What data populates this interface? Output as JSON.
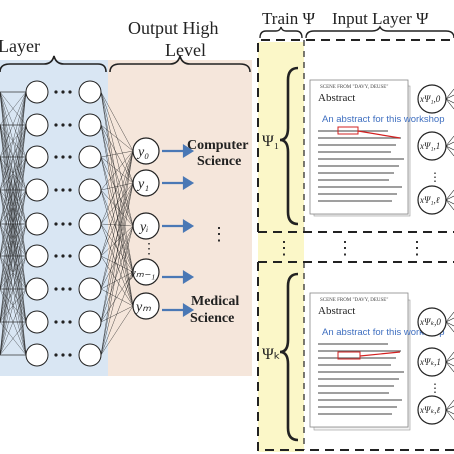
{
  "headings": {
    "layer": "Layer",
    "output_line1": "Output High",
    "output_line2": "Level",
    "train": "Train Ψ",
    "input_layer": "Input Layer Ψ"
  },
  "outputs": {
    "y0": "y₀",
    "y1": "y₁",
    "yi": "yᵢ",
    "ym1": "yₘ₋₁",
    "ym": "yₘ"
  },
  "classes": {
    "computer_1": "Computer",
    "computer_2": "Science",
    "medical_1": "Medical",
    "medical_2": "Science"
  },
  "psi": {
    "psi1": "Ψ₁",
    "psik": "Ψₖ"
  },
  "ellipsis": {
    "h": "•••",
    "v": "⋮"
  },
  "doc_top": {
    "header": "SCENE FROM \"DAVY, DEUSE\"",
    "abstract": "Abstract",
    "subtitle": "An abstract for this workshop"
  },
  "doc_bottom": {
    "header": "SCENE FROM \"DAVY, DEUSE\"",
    "abstract": "Abstract",
    "subtitle": "An abstract for this workshop"
  },
  "inputs_top": [
    "xΨ₁,0",
    "xΨ₁,1",
    "xΨ₁,ℓ"
  ],
  "inputs_bottom": [
    "xΨₖ,0",
    "xΨₖ,1",
    "xΨₖ,ℓ"
  ],
  "colors": {
    "hidden_panel": "#d9e6f3",
    "output_panel": "#f5e6db",
    "train_panel": "#fbf7c8",
    "arrow": "#4a78b5",
    "highlight": "#d22020",
    "subtitle": "#3f6fc0"
  }
}
